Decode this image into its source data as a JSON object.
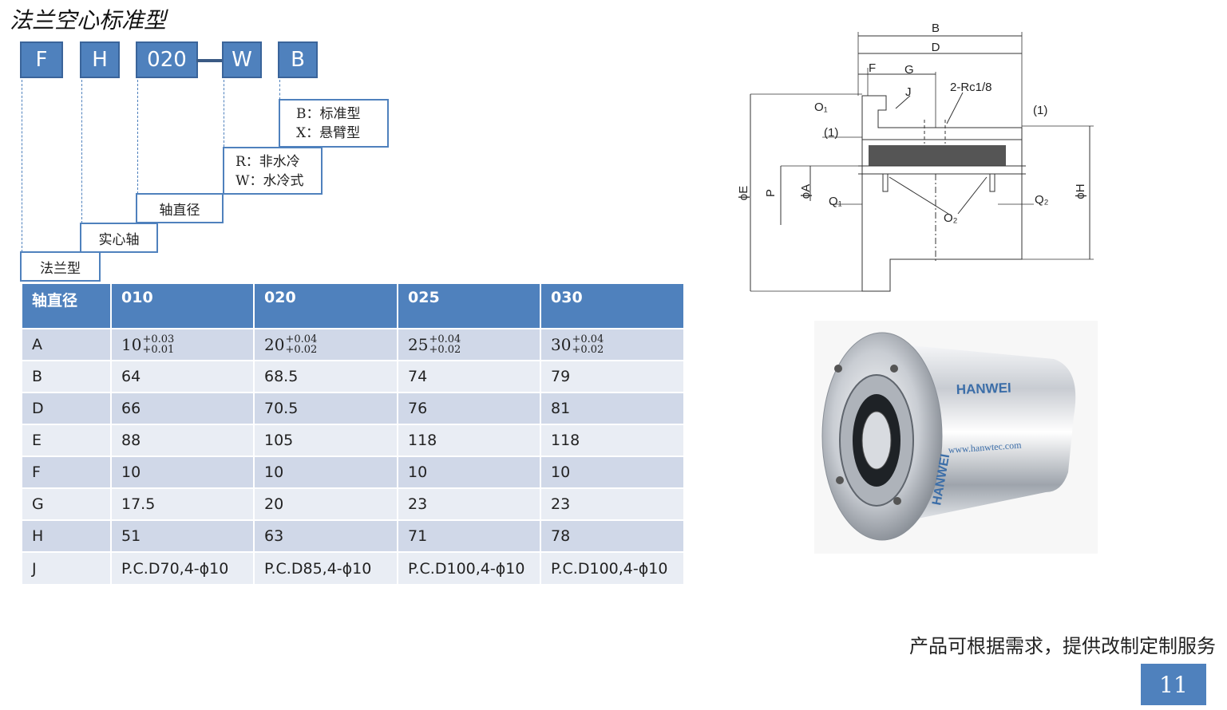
{
  "page_title": "法兰空心标准型",
  "code": {
    "segments": [
      "F",
      "H",
      "020",
      "W",
      "B"
    ]
  },
  "descriptions": {
    "type_b": "B：标准型",
    "type_x": "X：悬臂型",
    "cool_r": "R：非水冷",
    "cool_w": "W：水冷式",
    "shaft_diameter": "轴直径",
    "solid_shaft": "实心轴",
    "flange_type": "法兰型"
  },
  "table": {
    "headers": [
      "轴直径",
      "010",
      "020",
      "025",
      "030"
    ],
    "tolerance_row": {
      "label": "A",
      "cells": [
        {
          "base": "10",
          "upper": "+0.03",
          "lower": "+0.01"
        },
        {
          "base": "20",
          "upper": "+0.04",
          "lower": "+0.02"
        },
        {
          "base": "25",
          "upper": "+0.04",
          "lower": "+0.02"
        },
        {
          "base": "30",
          "upper": "+0.04",
          "lower": "+0.02"
        }
      ]
    },
    "rows": [
      {
        "label": "B",
        "values": [
          "64",
          "68.5",
          "74",
          "79"
        ]
      },
      {
        "label": "D",
        "values": [
          "66",
          "70.5",
          "76",
          "81"
        ]
      },
      {
        "label": "E",
        "values": [
          "88",
          "105",
          "118",
          "118"
        ]
      },
      {
        "label": "F",
        "values": [
          "10",
          "10",
          "10",
          "10"
        ]
      },
      {
        "label": "G",
        "values": [
          "17.5",
          "20",
          "23",
          "23"
        ]
      },
      {
        "label": "H",
        "values": [
          "51",
          "63",
          "71",
          "78"
        ]
      },
      {
        "label": "J",
        "values": [
          "P.C.D70,4-ϕ10",
          "P.C.D85,4-ϕ10",
          "P.C.D100,4-ϕ10",
          "P.C.D100,4-ϕ10"
        ]
      }
    ]
  },
  "drawing_labels": {
    "B": "B",
    "D": "D",
    "F": "F",
    "G": "G",
    "J": "J",
    "rc": "2-Rc1/8",
    "o1": "O₁",
    "one_left": "(1)",
    "one_right": "(1)",
    "phiE": "ϕE",
    "P": "P",
    "phiA": "ϕA",
    "q1": "Q₁",
    "o2": "O₂",
    "q2": "Q₂",
    "phiH": "ϕH"
  },
  "photo": {
    "brand_side": "HANWEI",
    "brand_flange": "HANWEI",
    "website": "www.hanwtec.com"
  },
  "footer": {
    "note": "产品可根据需求，提供改制定制服务",
    "page_number": "11"
  },
  "colors": {
    "accent": "#4f81bd",
    "row_dark": "#d0d8e8",
    "row_light": "#e9edf4"
  }
}
